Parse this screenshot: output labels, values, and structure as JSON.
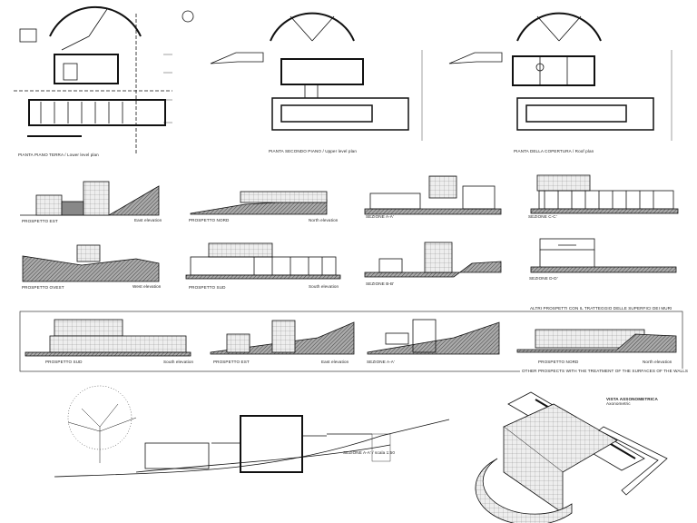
{
  "plans": {
    "lower": "PIANTA PIANO TERRA / Lower level plan",
    "upper": "PIANTA SECONDO PIANO / Upper level plan",
    "roof": "PIANTA DELLA COPERTURA / Roof plan"
  },
  "elevations": {
    "east_it": "PROSPETTO EST",
    "east_en": "East elevation",
    "north_it": "PROSPETTO NORD",
    "north_en": "North elevation",
    "section_aa": "SEZIONE A-A'",
    "section_cc": "SEZIONE C-C'",
    "west_it": "PROSPETTO OVEST",
    "west_en": "West elevation",
    "south_it": "PROSPETTO SUD",
    "south_en": "South elevation",
    "section_bb": "SEZIONE B-B'",
    "section_dd": "SEZIONE D-D'"
  },
  "other_box": {
    "title_top": "ALTRI PROSPETTI CON IL TRATTEGGIO DELLE SUPERFICI DEI MURI",
    "title_bottom": "OTHER PROSPECTS WITH THE TREATMENT OF THE SURFACES OF THE WALLS",
    "south_it": "PROSPETTO SUD",
    "south_en": "South elevation",
    "east_it": "PROSPETTO EST",
    "east_en": "East elevation",
    "section_aa": "SEZIONE A-A'",
    "north_it": "PROSPETTO NORD",
    "north_en": "North elevation"
  },
  "large_section": "SEZIONE A-A' / scala 1:50",
  "axonometric": {
    "title": "VISTA ASSONOMETRICA",
    "subtitle": "Axonometric"
  }
}
